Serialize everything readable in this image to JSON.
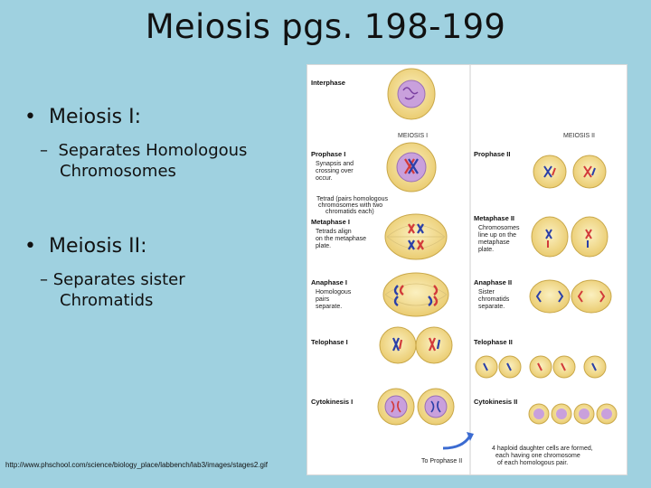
{
  "title": "Meiosis pgs. 198-199",
  "bullets": {
    "b1": "Meiosis I:",
    "b1_sub": [
      "– ",
      "Separates Homologous",
      "Chromosomes"
    ],
    "b2": "Meiosis II:",
    "b2_sub": [
      "– Separates sister",
      "Chromatids"
    ]
  },
  "source_url": "http://www.phschool.com/science/biology_place/labbench/lab3/images/stages2.gif",
  "diagram": {
    "interphase": "Interphase",
    "header_left": "MEIOSIS I",
    "header_right": "MEIOSIS II",
    "prophase1": "Prophase I",
    "prophase1_desc": [
      "Synapsis and",
      "crossing over",
      "occur."
    ],
    "tetrad_note": [
      "Tetrad (pairs homologous",
      "chromosomes with two",
      "chromatids each)"
    ],
    "metaphase1": "Metaphase I",
    "metaphase1_desc": [
      "Tetrads align",
      "on the metaphase",
      "plate."
    ],
    "anaphase1": "Anaphase I",
    "anaphase1_desc": [
      "Homologous",
      "pairs",
      "separate."
    ],
    "telophase1": "Telophase I",
    "cytokinesis1": "Cytokinesis I",
    "prophase2": "Prophase II",
    "metaphase2": "Metaphase II",
    "metaphase2_desc": [
      "Chromosomes",
      "line up on the",
      "metaphase",
      "plate."
    ],
    "anaphase2": "Anaphase II",
    "anaphase2_desc": [
      "Sister",
      "chromatids",
      "separate."
    ],
    "telophase2": "Telophase II",
    "cytokinesis2": "Cytokinesis II",
    "to_prophase2": "To Prophase II",
    "result_desc": [
      "4 haploid daughter cells are formed,",
      "each having one chromosome",
      "of each homologous pair."
    ]
  },
  "colors": {
    "background": "#9fd1e0",
    "cell_fill": "#f6e39a",
    "cell_border": "#c9a84a",
    "nucleus": "#c9a0dc",
    "chrom_red": "#d23a3a",
    "chrom_blue": "#2a3fa8",
    "arrow_blue": "#3b6bd1"
  }
}
